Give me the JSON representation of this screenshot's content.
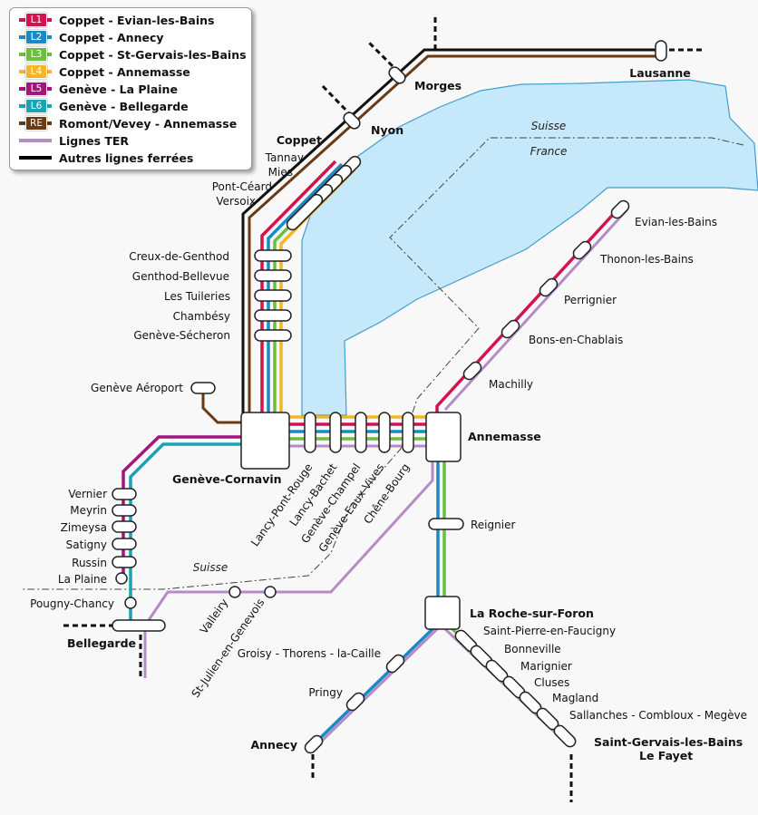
{
  "legend": [
    {
      "code": "L1",
      "label": "Coppet - Evian-les-Bains",
      "color": "#d3134f",
      "tag": true
    },
    {
      "code": "L2",
      "label": "Coppet - Annecy",
      "color": "#1a8ac6",
      "tag": true
    },
    {
      "code": "L3",
      "label": "Coppet - St-Gervais-les-Bains",
      "color": "#6cbf3c",
      "tag": true
    },
    {
      "code": "L4",
      "label": "Coppet - Annemasse",
      "color": "#f4b526",
      "tag": true
    },
    {
      "code": "L5",
      "label": "Genève - La Plaine",
      "color": "#a3157b",
      "tag": true
    },
    {
      "code": "L6",
      "label": "Genève - Bellegarde",
      "color": "#17a4b3",
      "tag": true
    },
    {
      "code": "RE",
      "label": "Romont/Vevey - Annemasse",
      "color": "#6b3a12",
      "tag": true
    },
    {
      "code": "",
      "label": "Lignes TER",
      "color": "#b58bc6",
      "tag": false
    },
    {
      "code": "",
      "label": "Autres lignes ferrées",
      "color": "#000000",
      "tag": false
    }
  ],
  "border": {
    "suisse": "Suisse",
    "france": "France"
  },
  "stations": {
    "lausanne": "Lausanne",
    "morges": "Morges",
    "nyon": "Nyon",
    "coppet": "Coppet",
    "tannay": "Tannay",
    "mies": "Mies",
    "pont_ceard": "Pont-Céard",
    "versoix": "Versoix",
    "creux_de_genthod": "Creux-de-Genthod",
    "genthod_bellevue": "Genthod-Bellevue",
    "les_tuileries": "Les Tuileries",
    "chambesy": "Chambésy",
    "geneve_secheron": "Genève-Sécheron",
    "geneve_aeroport": "Genève Aéroport",
    "geneve_cornavin": "Genève-Cornavin",
    "lancy_pont_rouge": "Lancy-Pont-Rouge",
    "lancy_bachet": "Lancy-Bachet",
    "geneve_champel": "Genève-Champel",
    "geneve_eaux_vives": "Genève-Eaux-Vives",
    "chene_bourg": "Chêne-Bourg",
    "annemasse": "Annemasse",
    "evian": "Evian-les-Bains",
    "thonon": "Thonon-les-Bains",
    "perrignier": "Perrignier",
    "bons": "Bons-en-Chablais",
    "machilly": "Machilly",
    "reignier": "Reignier",
    "la_roche": "La Roche-sur-Foron",
    "st_pierre": "Saint-Pierre-en-Faucigny",
    "bonneville": "Bonneville",
    "marignier": "Marignier",
    "cluses": "Cluses",
    "magland": "Magland",
    "sallanches": "Sallanches - Combloux - Megève",
    "st_gervais_1": "Saint-Gervais-les-Bains",
    "st_gervais_2": "Le Fayet",
    "groisy": "Groisy - Thorens - la-Caille",
    "pringy": "Pringy",
    "annecy": "Annecy",
    "vernier": "Vernier",
    "meyrin": "Meyrin",
    "zimeysa": "Zimeysa",
    "satigny": "Satigny",
    "russin": "Russin",
    "la_plaine": "La Plaine",
    "pougny": "Pougny-Chancy",
    "bellegarde": "Bellegarde",
    "valleiry": "Valleiry",
    "st_julien": "St-Julien-en-Genevois"
  }
}
